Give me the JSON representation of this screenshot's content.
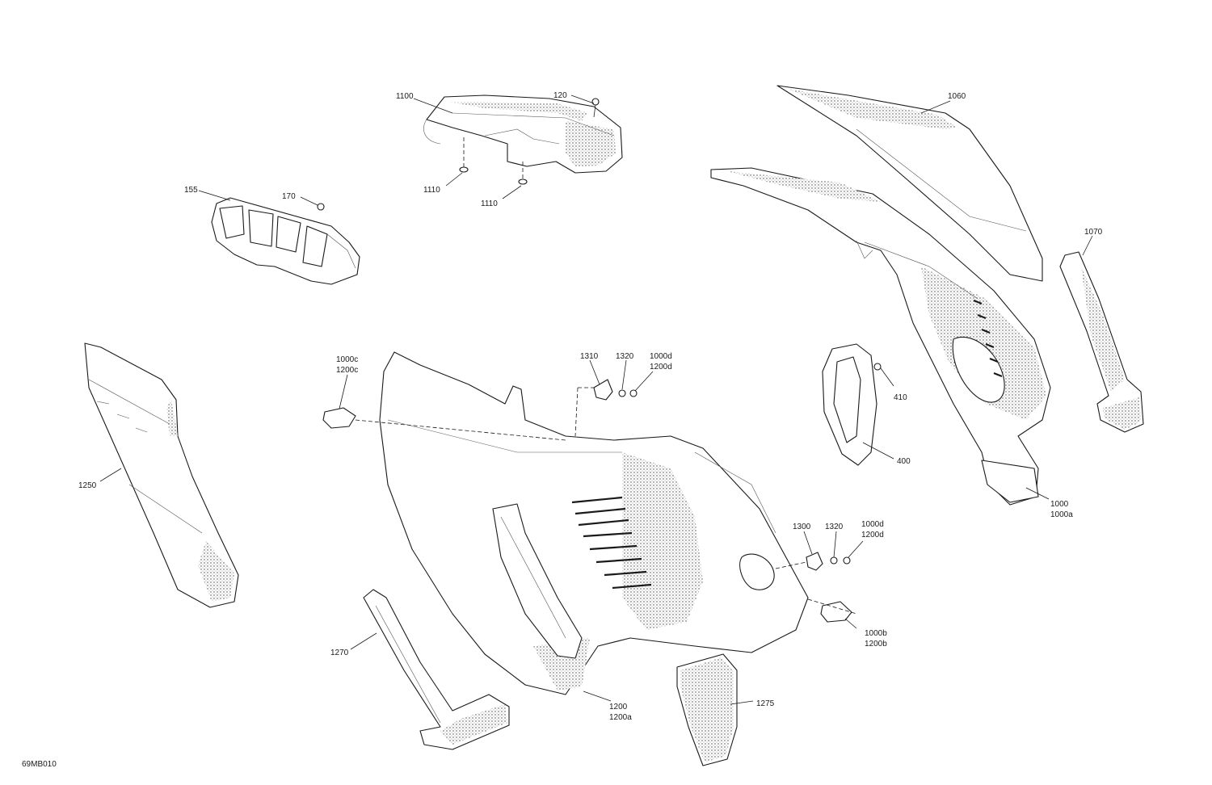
{
  "drawing_id": "69MB010",
  "callouts": {
    "c1100": "1100",
    "c120": "120",
    "c1110a": "1110",
    "c1110b": "1110",
    "c155": "155",
    "c170": "170",
    "c1060": "1060",
    "c1070": "1070",
    "c1000c": "1000c",
    "c1200c": "1200c",
    "c1310": "1310",
    "c1320a": "1320",
    "c1000d_a": "1000d",
    "c1200d_a": "1200d",
    "c410": "410",
    "c400": "400",
    "c1250": "1250",
    "c1000": "1000",
    "c1000a": "1000a",
    "c1300": "1300",
    "c1320b": "1320",
    "c1000d_b": "1000d",
    "c1200d_b": "1200d",
    "c1000b": "1000b",
    "c1200b": "1200b",
    "c1270": "1270",
    "c1200": "1200",
    "c1200a": "1200a",
    "c1275": "1275"
  }
}
